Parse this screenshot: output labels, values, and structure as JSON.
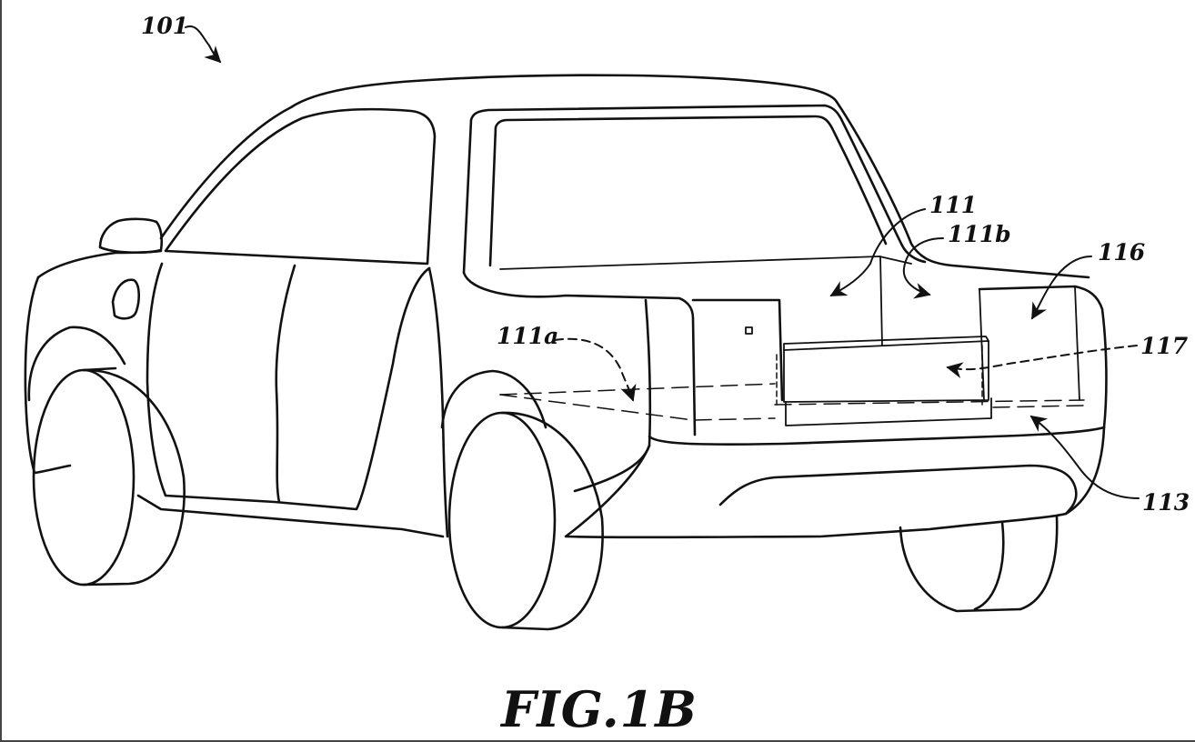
{
  "figure": {
    "title": "FIG.1B",
    "references": {
      "vehicle": "101",
      "region_111": "111",
      "region_111a": "111a",
      "region_111b": "111b",
      "floor_113": "113",
      "panel_116": "116",
      "panel_117": "117"
    }
  }
}
